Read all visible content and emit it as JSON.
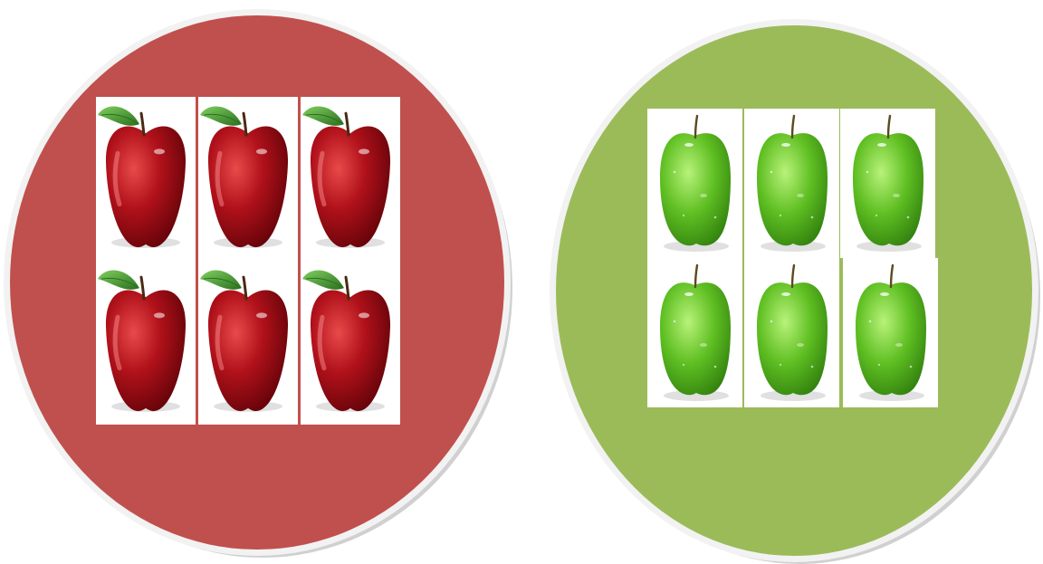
{
  "groups": [
    {
      "name": "red-apples",
      "count": 6,
      "colors": {
        "circle_fill": "#c0504d",
        "circle_ring": "#f2f2f2",
        "circle_shadow": "#a9a9a9",
        "apple_light": "#e84a4a",
        "apple_mid": "#b0111a",
        "apple_dark": "#5e0208",
        "leaf": "#3f9a2e",
        "leaf_dark": "#2b6f1e",
        "stem": "#4a2a12"
      },
      "icon": "red-apple-icon"
    },
    {
      "name": "green-apples",
      "count": 6,
      "colors": {
        "circle_fill": "#9bbb59",
        "circle_ring": "#f2f2f2",
        "circle_shadow": "#a9a9a9",
        "apple_light": "#b8f27a",
        "apple_mid": "#5fbf22",
        "apple_dark": "#2f7d0d",
        "stem": "#5b4a20"
      },
      "icon": "green-apple-icon"
    }
  ]
}
